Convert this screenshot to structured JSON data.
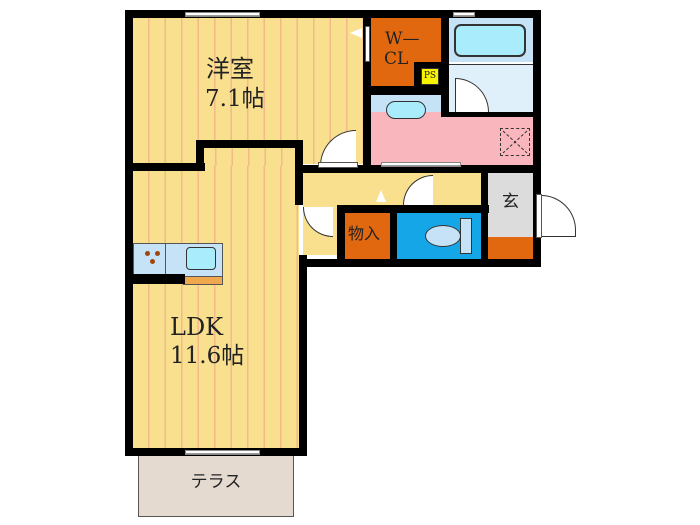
{
  "floorplan": {
    "rooms": {
      "western_room": {
        "name": "洋室",
        "size": "7.1帖"
      },
      "ldk": {
        "name": "LDK",
        "size": "11.6帖"
      },
      "walk_in_closet": {
        "line1": "W—",
        "line2": "CL"
      },
      "pipe_space": {
        "label": "PS"
      },
      "storage": {
        "label": "物入"
      },
      "entrance": {
        "label": "玄"
      },
      "terrace": {
        "label": "テラス"
      }
    },
    "colors": {
      "wall": "#000000",
      "wood_floor": "#f9e08e",
      "wood_stripe": "#f4b98a",
      "closet_orange": "#e2680f",
      "ps_yellow": "#f7f200",
      "bath_blue": "#c6e2f7",
      "tub_cyan": "#a9ecfb",
      "washroom_pink": "#f9b7bd",
      "toilet_blue": "#15a6e8",
      "entrance_gray": "#dcdcdc",
      "terrace_beige": "#e4dad0"
    }
  }
}
